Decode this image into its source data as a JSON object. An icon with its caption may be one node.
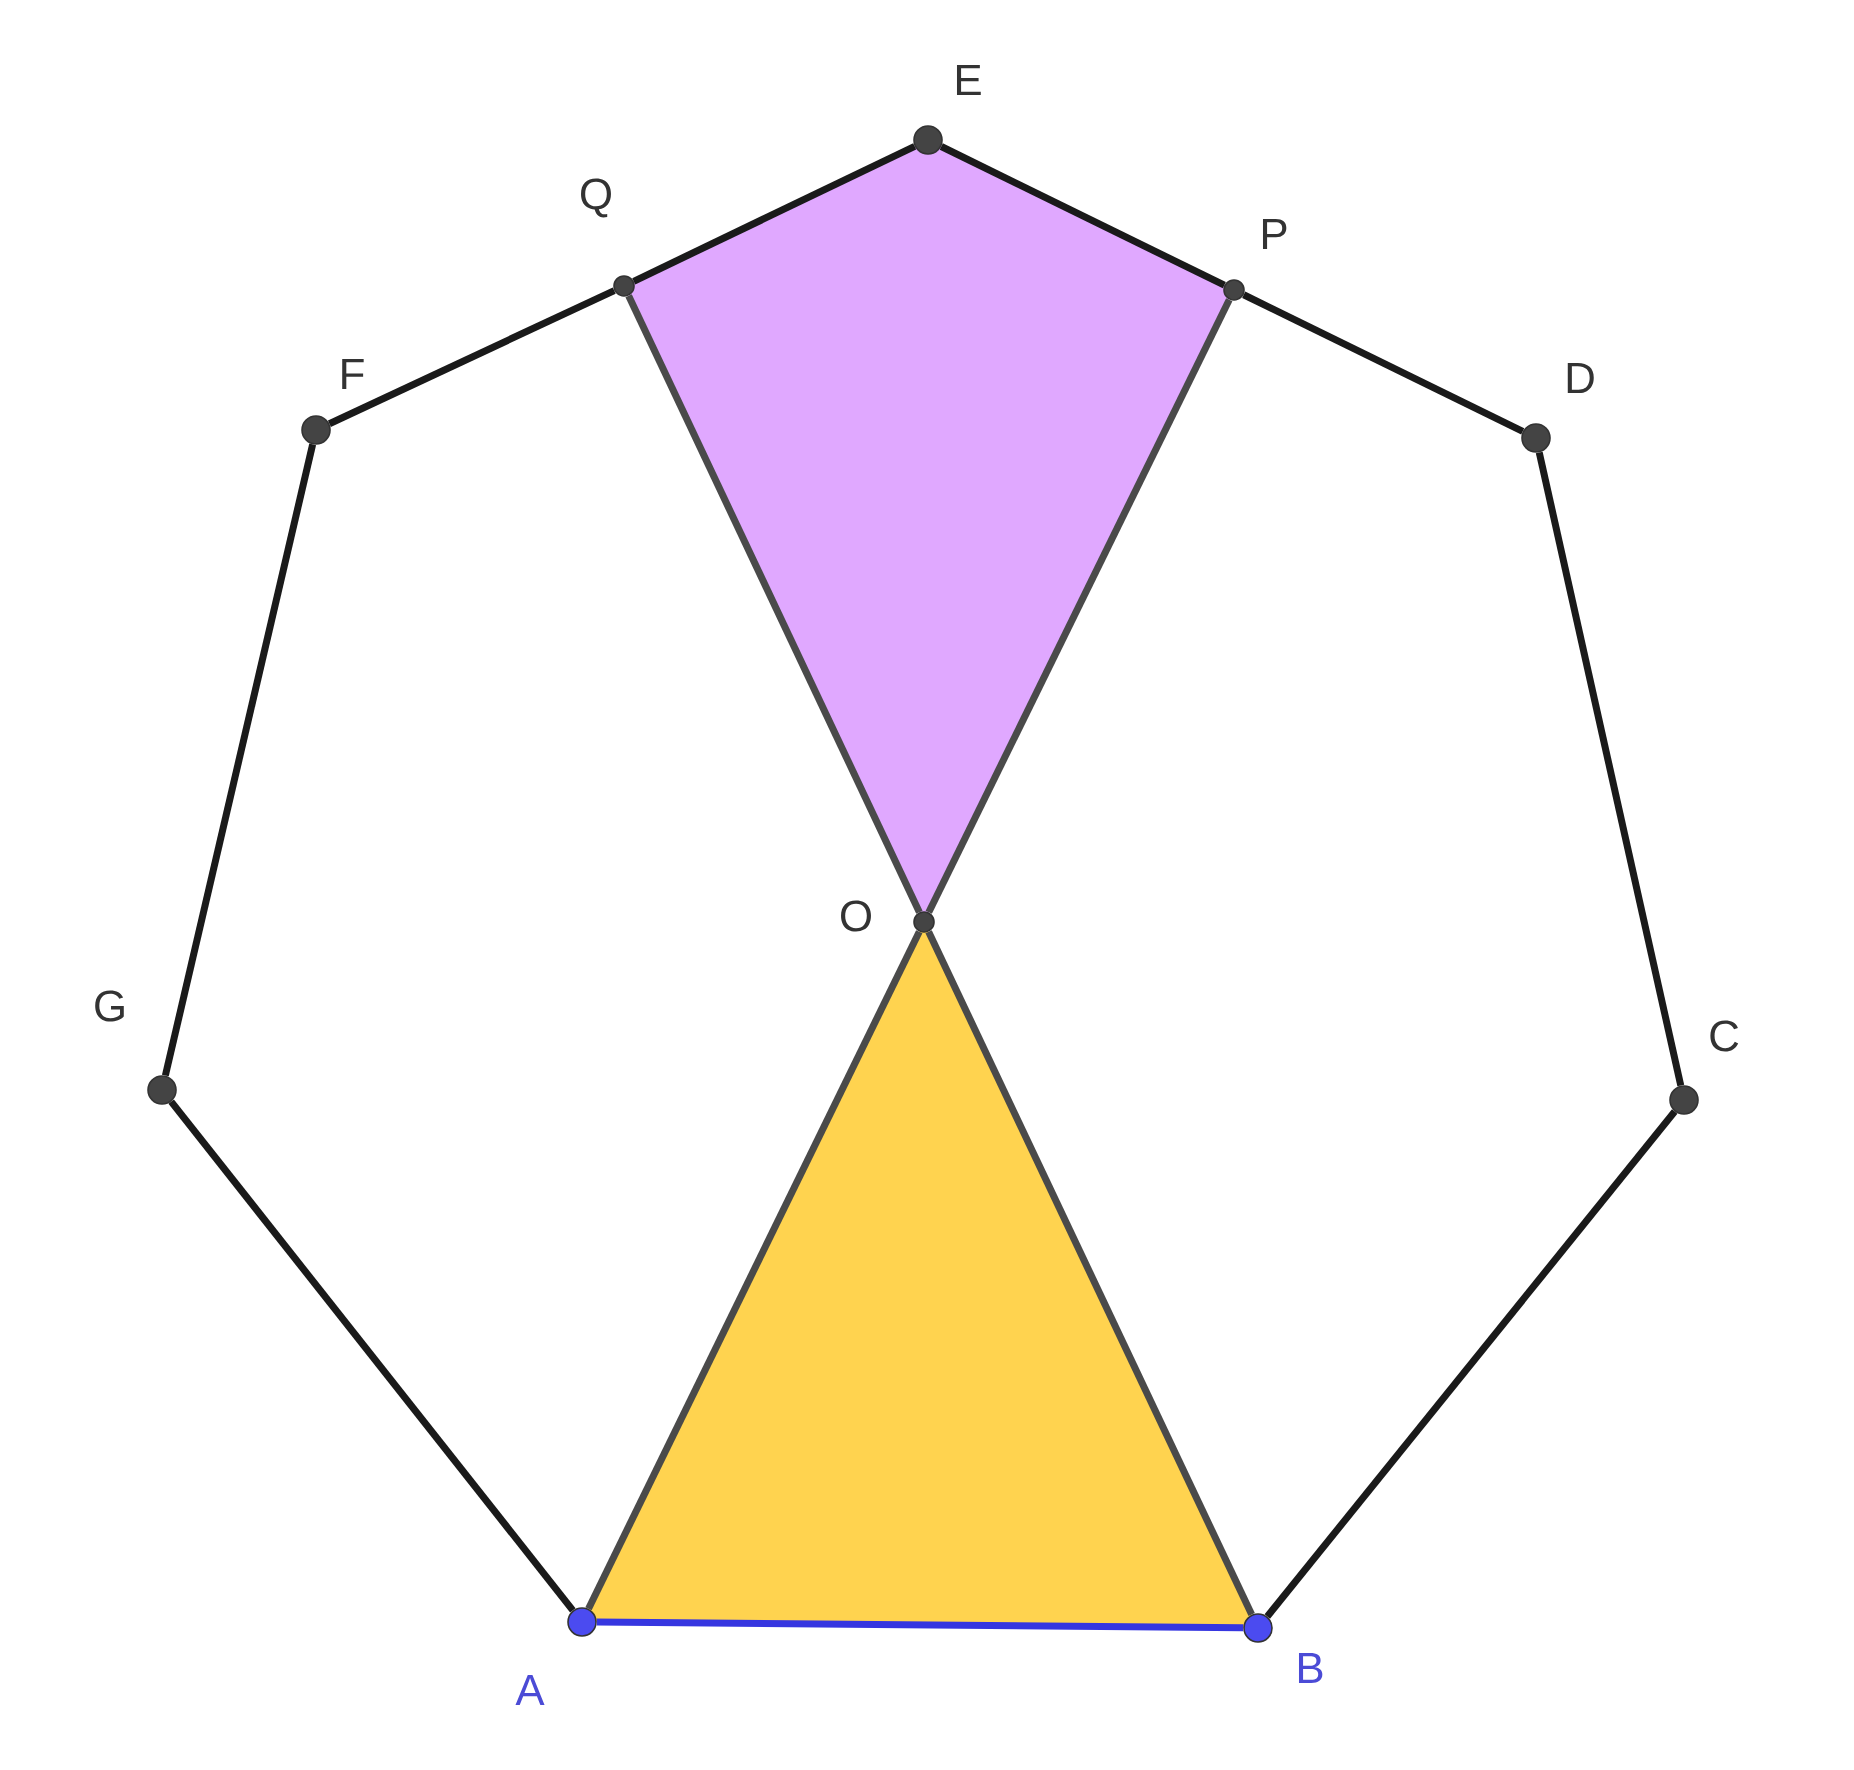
{
  "diagram": {
    "nodes": [
      {
        "text": [
          "A"
        ]
      },
      {
        "text": [
          "B"
        ]
      },
      {
        "text": [
          "C"
        ]
      },
      {
        "text": [
          "D"
        ]
      },
      {
        "text": [
          "E"
        ]
      },
      {
        "text": [
          "F"
        ]
      },
      {
        "text": [
          "G"
        ]
      },
      {
        "text": [
          "O"
        ]
      },
      {
        "text": [
          "P"
        ]
      },
      {
        "text": [
          "Q"
        ]
      }
    ],
    "edges": [
      {
        "from": 0,
        "to": 1,
        "arrow": "none",
        "color": "#3636e0"
      },
      {
        "from": 1,
        "to": 2,
        "arrow": "none"
      },
      {
        "from": 2,
        "to": 3,
        "arrow": "none"
      },
      {
        "from": 3,
        "to": 8,
        "arrow": "none"
      },
      {
        "from": 8,
        "to": 4,
        "arrow": "none"
      },
      {
        "from": 4,
        "to": 9,
        "arrow": "none"
      },
      {
        "from": 9,
        "to": 5,
        "arrow": "none"
      },
      {
        "from": 5,
        "to": 6,
        "arrow": "none"
      },
      {
        "from": 6,
        "to": 0,
        "arrow": "none"
      },
      {
        "from": 7,
        "to": 0,
        "arrow": "none",
        "color": "#4a4a4a"
      },
      {
        "from": 7,
        "to": 1,
        "arrow": "none",
        "color": "#4a4a4a"
      },
      {
        "from": 7,
        "to": 8,
        "arrow": "none",
        "color": "#4a4a4a"
      },
      {
        "from": 7,
        "to": 9,
        "arrow": "none",
        "color": "#4a4a4a"
      }
    ]
  }
}
